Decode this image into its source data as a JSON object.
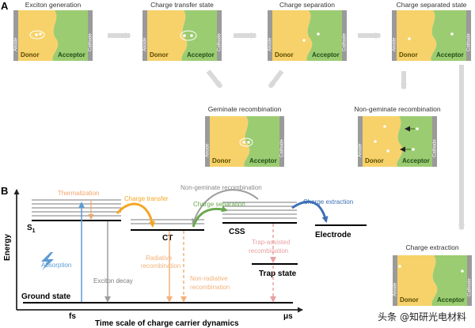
{
  "panel_a": {
    "letter": "A",
    "cells": [
      {
        "id": "exciton-generation",
        "title": "Exciton generation"
      },
      {
        "id": "charge-transfer-state",
        "title": "Charge transfer state"
      },
      {
        "id": "charge-separation",
        "title": "Charge separation"
      },
      {
        "id": "charge-separated-state",
        "title": "Charge separated state"
      },
      {
        "id": "geminate-recombination",
        "title": "Geminate recombination"
      },
      {
        "id": "non-geminate-recombination",
        "title": "Non-geminate recombination"
      },
      {
        "id": "charge-extraction",
        "title": "Charge extraction"
      }
    ],
    "labels": {
      "donor": "Donor",
      "acceptor": "Acceptor",
      "anode": "Anode",
      "cathode": "Cathode"
    }
  },
  "panel_b": {
    "letter": "B",
    "y_axis": "Energy",
    "x_axis": "Time scale of charge carrier dynamics",
    "x_ticks": {
      "start": "fs",
      "end": "μs"
    },
    "states": {
      "s1": "S",
      "s1_sub": "1",
      "ct": "CT",
      "css": "CSS",
      "electrode": "Electrode",
      "trap": "Trap state",
      "ground": "Ground state"
    },
    "processes": {
      "thermalization": "Thermalization",
      "charge_transfer": "Charge transfer",
      "non_geminate": "Non-geminate recombination",
      "charge_separation": "Charge separation",
      "charge_extraction": "Charge extraction",
      "absorption": "Absorption",
      "exciton_decay": "Exciton decay",
      "radiative_1": "Radiative",
      "radiative_2": "recombination",
      "non_radiative_1": "Non-radiative",
      "non_radiative_2": "recombination",
      "trap_assisted_1": "Trap-assisted",
      "trap_assisted_2": "recombination"
    },
    "colors": {
      "donor": "#f7d26a",
      "acceptor": "#9ccc72",
      "electrode": "#9a9a9a",
      "thermalization": "#f0a46b",
      "charge_transfer": "#f5a623",
      "charge_separation": "#6aa84f",
      "charge_extraction": "#3d6fb6",
      "absorption": "#5a9bd5",
      "non_geminate": "#9e9e9e",
      "radiative": "#f2b27a",
      "trap_assisted": "#e9a0a0",
      "process_arrow": "#d9d9d9"
    }
  },
  "watermark": "头条 @知研光电材料"
}
